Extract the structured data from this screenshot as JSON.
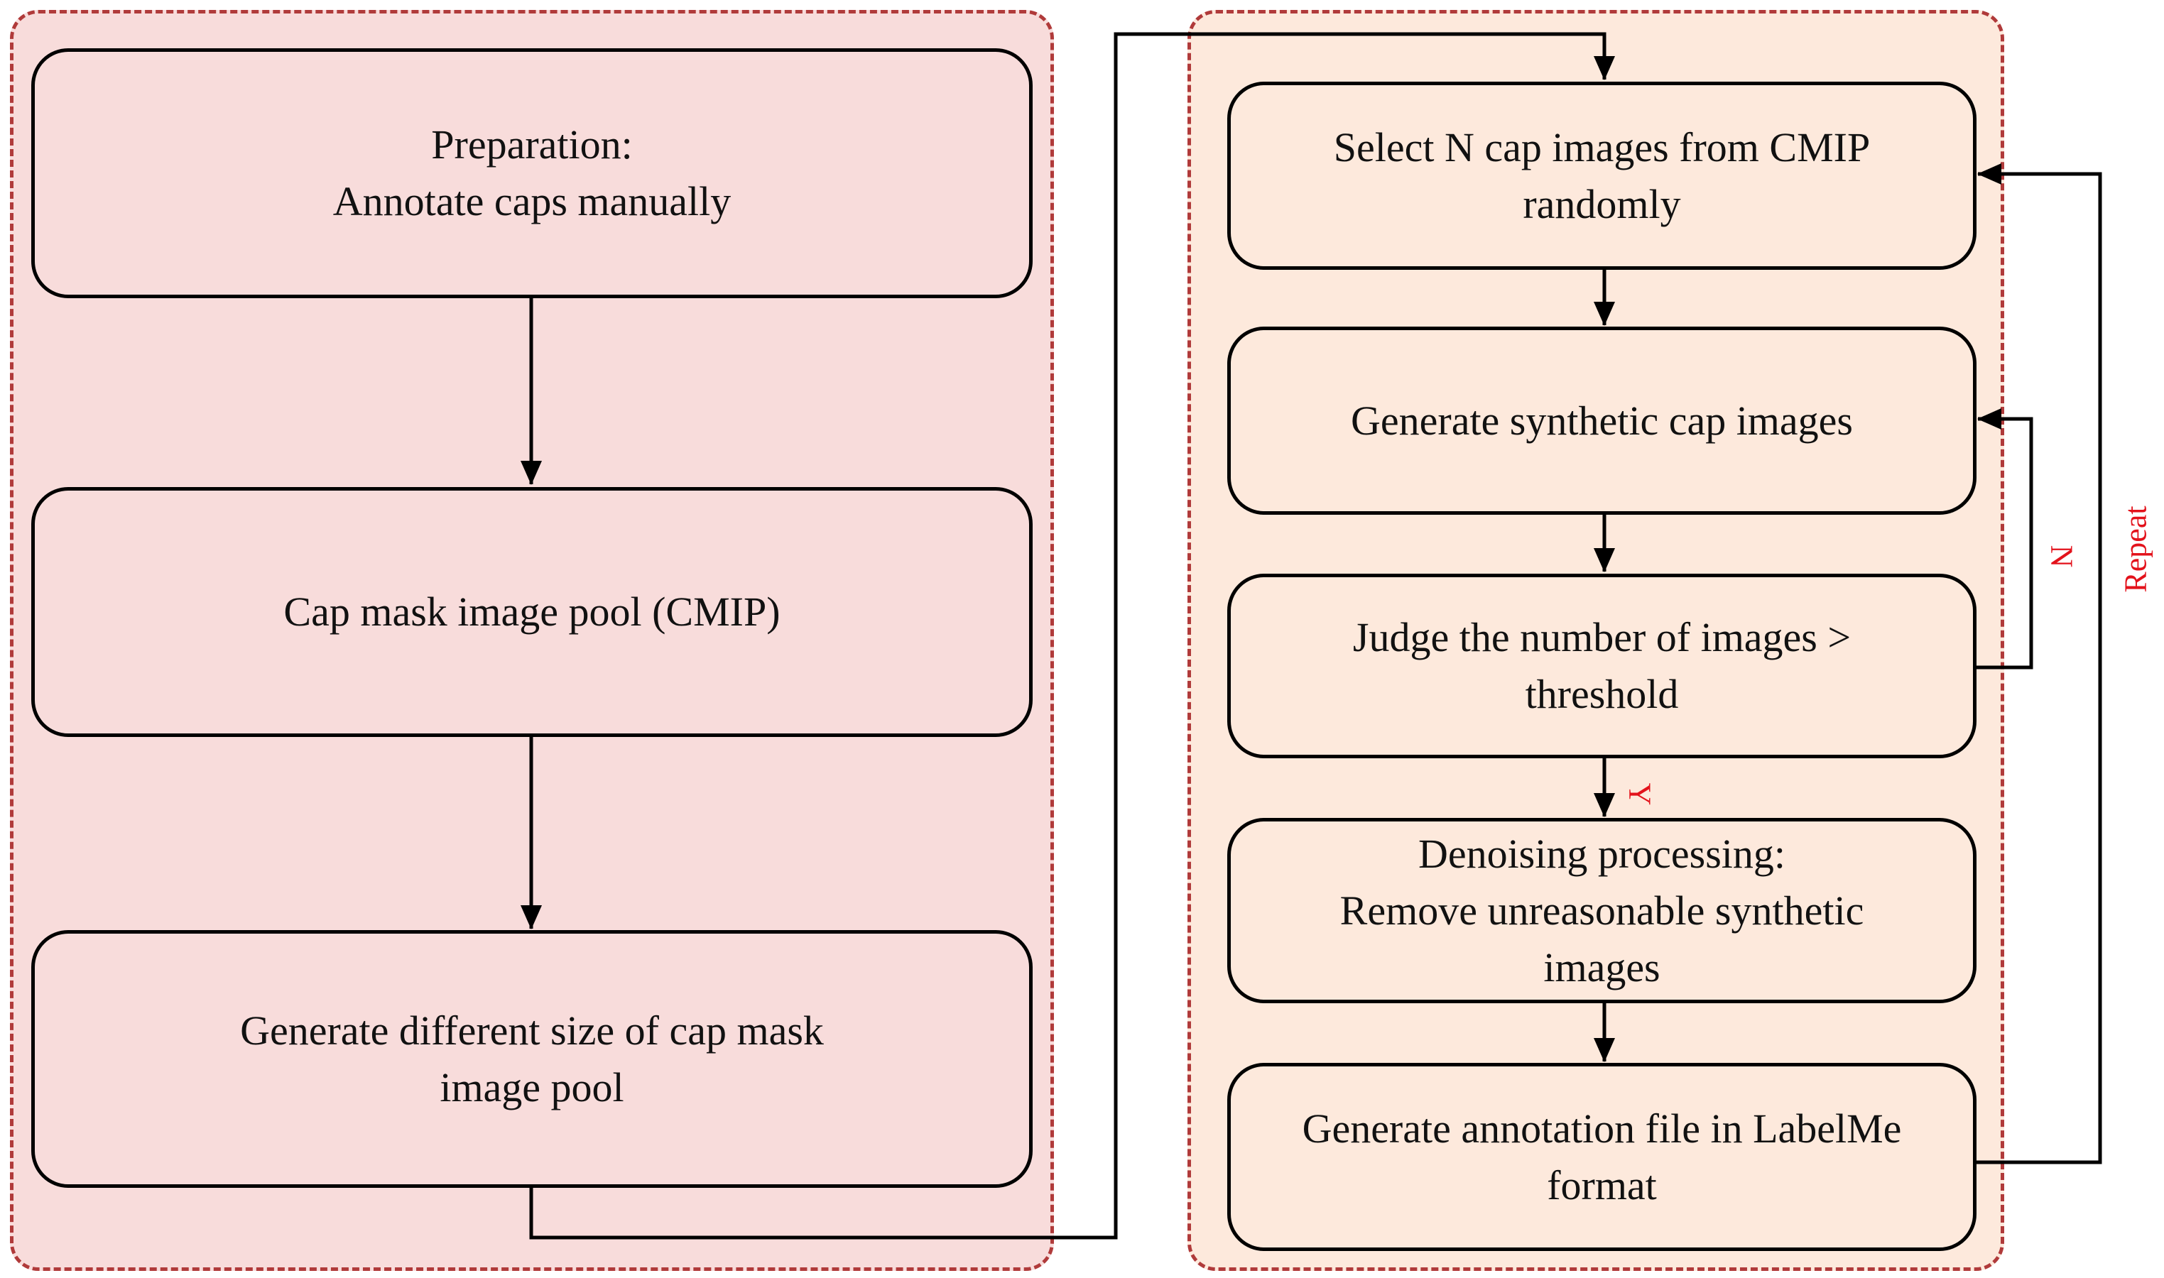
{
  "left_steps": [
    "Preparation:\nAnnotate caps manually",
    "Cap mask image pool (CMIP)",
    "Generate different size of cap mask\nimage pool"
  ],
  "right_steps": [
    "Select N cap images from CMIP\nrandomly",
    "Generate synthetic cap images",
    "Judge the number of images >\nthreshold",
    "Denoising processing:\nRemove unreasonable synthetic\nimages",
    "Generate annotation file in LabelMe\nformat"
  ],
  "branch_labels": {
    "no": "N",
    "yes": "Y",
    "repeat": "Repeat"
  },
  "colors": {
    "left_panel_fill": "#f8dcdb",
    "right_panel_fill": "#fde9dc",
    "panel_border": "#b03a3a",
    "box_border": "#000000",
    "label_red": "#e3121b"
  }
}
